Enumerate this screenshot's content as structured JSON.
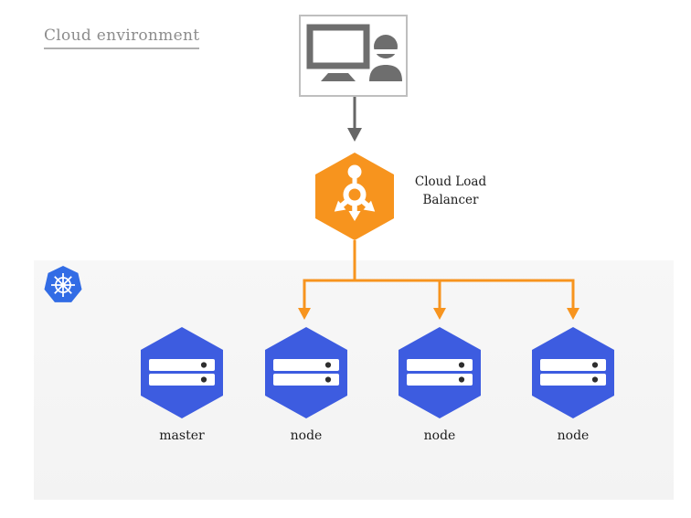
{
  "diagram": {
    "title": "Cloud environment",
    "client": {
      "icon": "monitor-and-user-icon"
    },
    "load_balancer": {
      "label": "Cloud Load Balancer",
      "icon": "load-balancer-icon",
      "shape": "hexagon"
    },
    "cluster": {
      "logo_icon": "kubernetes-helm-icon",
      "nodes": [
        {
          "label": "master",
          "icon": "server-icon"
        },
        {
          "label": "node",
          "icon": "server-icon"
        },
        {
          "label": "node",
          "icon": "server-icon"
        },
        {
          "label": "node",
          "icon": "server-icon"
        }
      ]
    },
    "connections": [
      {
        "from": "client",
        "to": "load-balancer"
      },
      {
        "from": "load-balancer",
        "to": "node-1"
      },
      {
        "from": "load-balancer",
        "to": "node-2"
      },
      {
        "from": "load-balancer",
        "to": "node-3"
      }
    ],
    "colors": {
      "orange": "#F7941E",
      "hexagon_blue": "#3D5CE0",
      "kubernetes_blue": "#326CE5",
      "panel_background": "#F5F5F5",
      "arrow_gray": "#666666",
      "icon_gray": "#6E6E6E",
      "box_border": "#BFBFBF",
      "title_gray": "#8C8C8C",
      "label_text": "#1C1C1C"
    }
  }
}
